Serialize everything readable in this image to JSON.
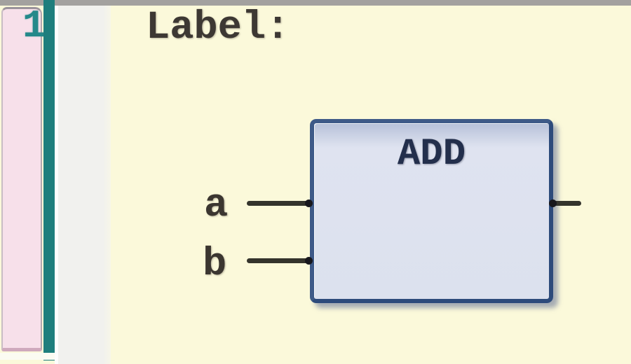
{
  "gutter": {
    "line_number": "1"
  },
  "network": {
    "label": "Label:",
    "block": {
      "title": "ADD",
      "inputs": [
        {
          "label": "a"
        },
        {
          "label": "b"
        }
      ],
      "outputs": [
        {
          "label": ""
        }
      ]
    }
  },
  "colors": {
    "canvas_background": "#fbf9da",
    "margin_pink": "#f7e0ea",
    "divider_teal": "#1e7e7d",
    "gutter_gray": "#f1f1ee",
    "top_border_gray": "#a3a19f",
    "block_fill": "#dce1ee",
    "block_border": "#3e5a88",
    "block_title_text": "#232f4c",
    "label_text": "#3d3833",
    "line_number_text": "#24898a",
    "connection_line": "#34342c"
  }
}
